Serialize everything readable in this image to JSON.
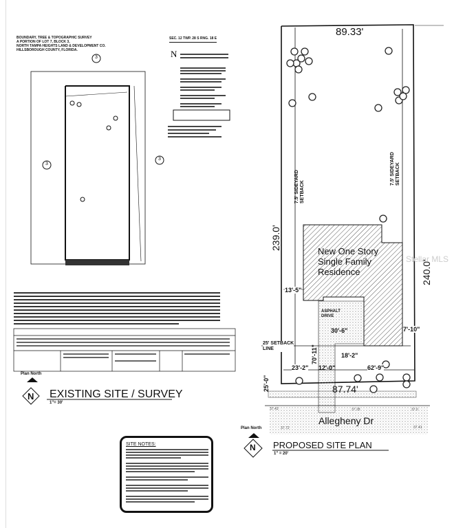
{
  "survey": {
    "title_lines": [
      "BOUNDARY, TREE & TOPOGRAPHIC SURVEY",
      "A PORTION OF LOT 7, BLOCK 3,",
      "NORTH TAMPA HEIGHTS LAND & DEVELOPMENT CO.",
      "HILLSBOROUGH COUNTY, FLORIDA."
    ],
    "section_line": "SEC. 12   TWP. 28 S  RNG. 18 E",
    "marker": "3",
    "plan_north": "Plan North",
    "north_letter": "N",
    "heading": "EXISTING SITE / SURVEY",
    "scale": "1\"= 30'"
  },
  "site_notes": {
    "title": "SITE NOTES:"
  },
  "site_plan": {
    "top_width": "89.33'",
    "bottom_width": "87.74'",
    "left_depth": "239.0'",
    "right_depth": "240.0'",
    "left_setback": [
      "7.5' SIDEYARD",
      "SETBACK"
    ],
    "right_setback": [
      "7.5' SIDEYARD",
      "SETBACK"
    ],
    "house_label": [
      "New One Story",
      "Single Family",
      "Residence"
    ],
    "drive_label": [
      "ASPHALT",
      "DRIVE"
    ],
    "dims": {
      "d1": "13'-5\"",
      "d2": "30'-6\"",
      "d3": "7'-10\"",
      "d4": "18'-2\"",
      "d5": "70'-11\"",
      "d6": "23'-2\"",
      "d7": "12'-0\"",
      "d8": "62'-9\"",
      "d9": "25'-0\""
    },
    "front_setback": [
      "25' SETBACK",
      "LINE"
    ],
    "street": "Allegheny Dr",
    "elevations": [
      "37.43",
      "37.28",
      "37.0",
      "37.72",
      "37.41"
    ],
    "plan_north": "Plan North",
    "north_letter": "N",
    "heading": "PROPOSED SITE PLAN",
    "scale": "1\" = 20'"
  },
  "watermark": "Stellar MLS"
}
